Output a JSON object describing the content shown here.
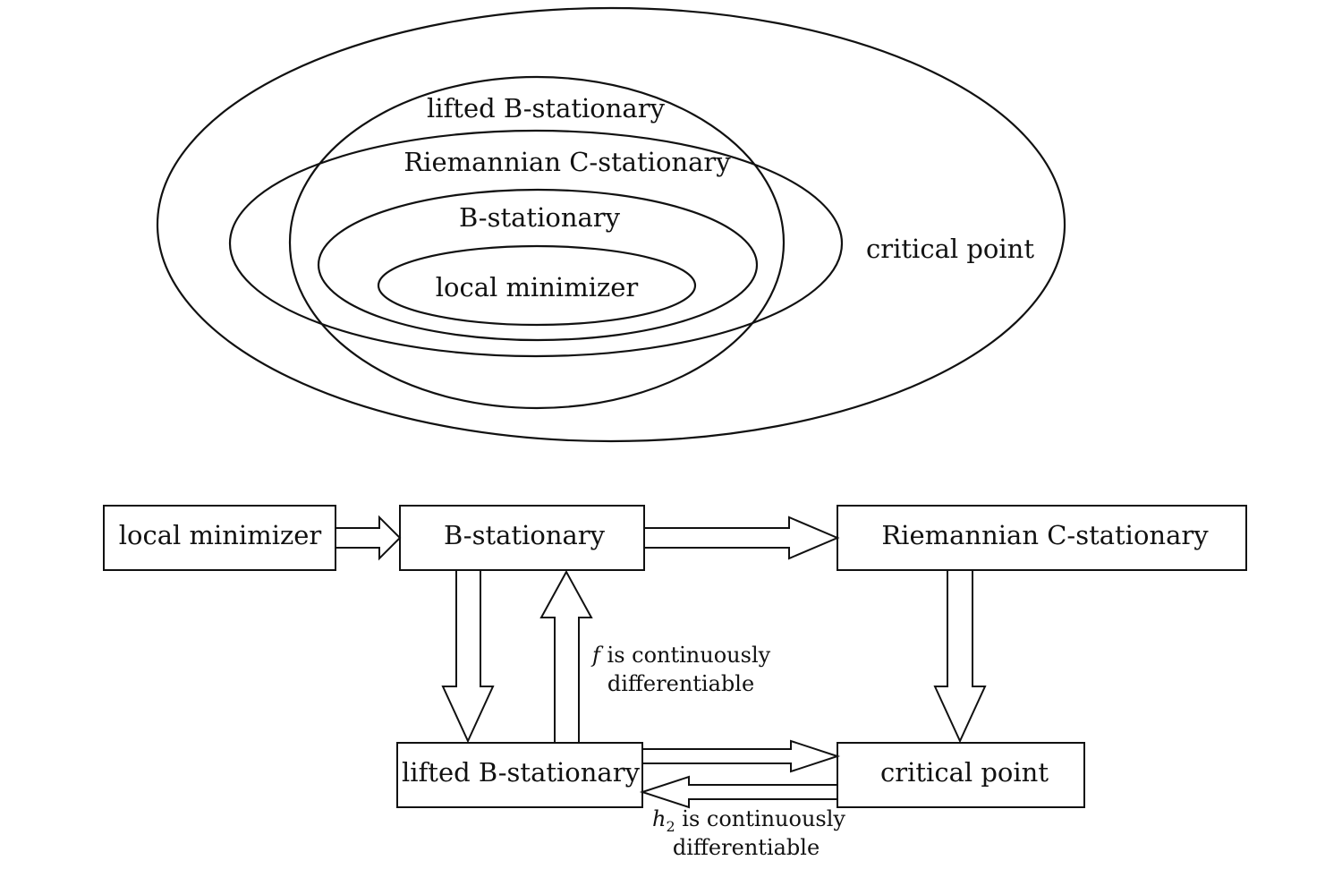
{
  "venn": {
    "critical_point": "critical point",
    "lifted_b_stationary": "lifted B-stationary",
    "riemannian_c_stationary": "Riemannian C-stationary",
    "b_stationary": "B-stationary",
    "local_minimizer": "local minimizer"
  },
  "flow": {
    "local_minimizer": "local minimizer",
    "b_stationary": "B-stationary",
    "riemannian_c_stationary": "Riemannian C-stationary",
    "lifted_b_stationary": "lifted B-stationary",
    "critical_point": "critical point",
    "cond_f": {
      "symbol": "f",
      "line1_rest": " is continuously",
      "line2": "differentiable"
    },
    "cond_h2": {
      "symbol": "h",
      "subscript": "2",
      "line1_rest": " is continuously",
      "line2": "differentiable"
    }
  },
  "colors": {
    "critical_point": "#3d9fd6",
    "lifted_b_stationary": "#e8506b",
    "riemannian_c_stationary": "#f0bf3c",
    "b_stationary": "#3f3f80",
    "local_minimizer": "#2fc04a"
  }
}
